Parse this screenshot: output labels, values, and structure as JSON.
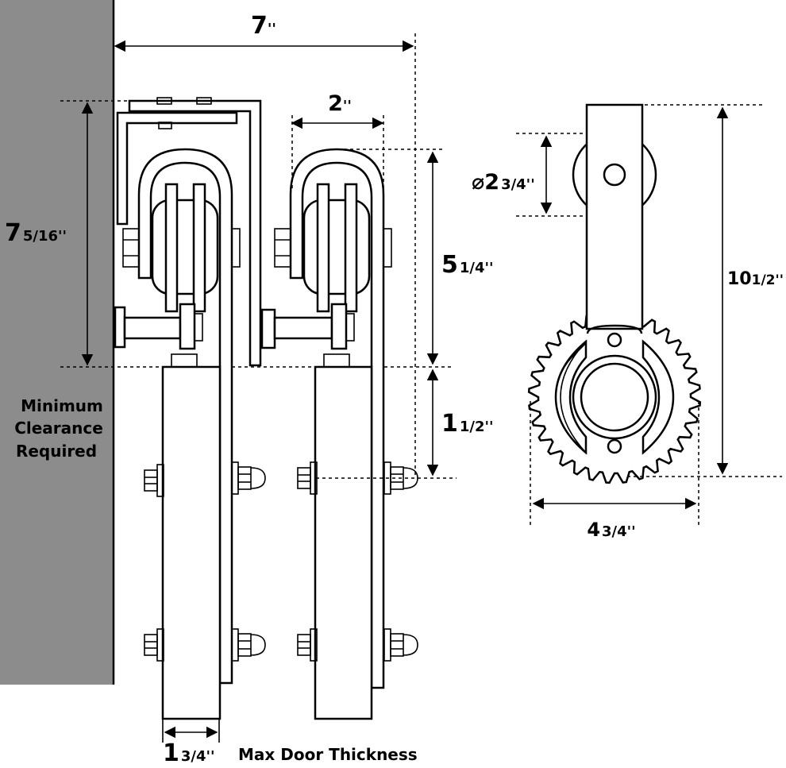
{
  "colors": {
    "wall": "#8c8c8c",
    "line": "#000000",
    "background": "#ffffff"
  },
  "dimensions": {
    "total_width": {
      "whole": "7",
      "frac": "''"
    },
    "bracket_width": {
      "whole": "2",
      "frac": "''"
    },
    "clearance_height": {
      "whole": "7",
      "frac": "5/16''"
    },
    "hanger_height": {
      "whole": "5",
      "frac": "1/4''"
    },
    "door_offset": {
      "whole": "1",
      "frac": "1/2''"
    },
    "wheel_diameter": {
      "symbol": "⌀",
      "whole": "2",
      "frac": "3/4''"
    },
    "strap_length": {
      "whole": "10",
      "frac": "1/2''"
    },
    "wheel_width": {
      "whole": "4",
      "frac": "3/4''"
    },
    "door_thickness": {
      "whole": "1",
      "frac": "3/4''"
    }
  },
  "labels": {
    "clearance_line1": "Minimum",
    "clearance_line2": "Clearance",
    "clearance_line3": "Required",
    "door_thickness_caption": "Max Door Thickness"
  },
  "icons": [
    "arrow-icon",
    "hex-bolt-icon",
    "cap-nut-icon",
    "gear-wheel-icon"
  ]
}
